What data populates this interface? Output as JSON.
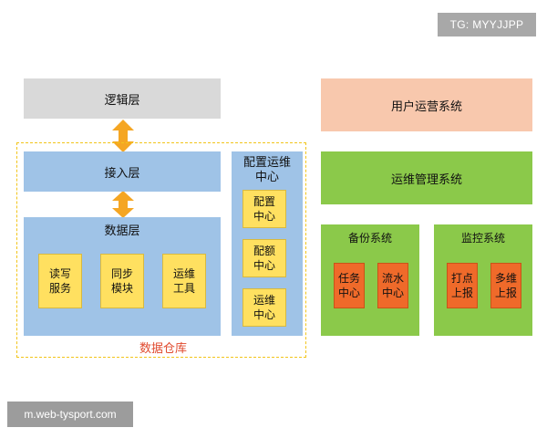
{
  "watermark_top": "TG: MYYJJPP",
  "watermark_bottom": "m.web-tysport.com",
  "logic_layer": "逻辑层",
  "access_layer": "接入层",
  "data_layer": {
    "title": "数据层",
    "items": [
      "读写\n服务",
      "同步\n模块",
      "运维\n工具"
    ]
  },
  "config_center": {
    "title": "配置运维\n中心",
    "items": [
      "配置\n中心",
      "配额\n中心",
      "运维\n中心"
    ]
  },
  "warehouse_label": "数据仓库",
  "user_ops_system": "用户运营系统",
  "ops_mgmt_system": "运维管理系统",
  "backup_system": {
    "title": "备份系统",
    "items": [
      "任务\n中心",
      "流水\n中心"
    ]
  },
  "monitor_system": {
    "title": "监控系统",
    "items": [
      "打点\n上报",
      "多维\n上报"
    ]
  },
  "colors": {
    "gray": "#d9d9d9",
    "blue": "#9fc3e7",
    "yellow": "#ffe060",
    "dashed_border": "#f2c51b",
    "red_label": "#e04a2e",
    "peach": "#f8c8ad",
    "green": "#8bc94a",
    "orange": "#ef6a2a",
    "arrow": "#f5a623"
  }
}
